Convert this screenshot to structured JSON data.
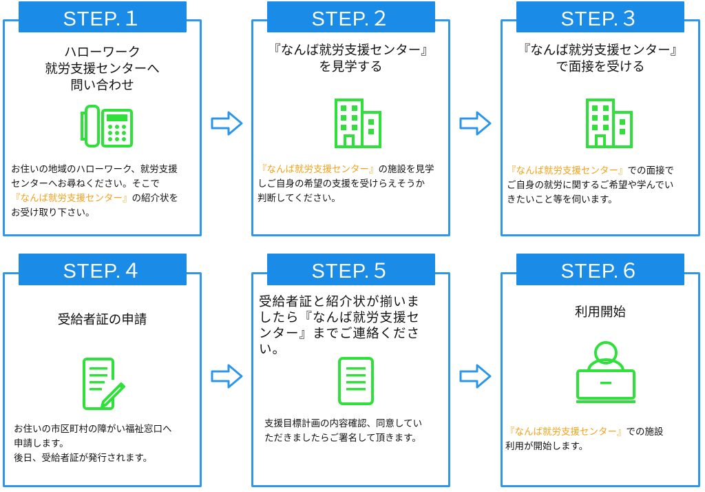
{
  "colors": {
    "blue_tab": "#1a8ce8",
    "blue_border": "#2f97ea",
    "icon_green": "#2fe03a",
    "highlight_orange": "#f3a21c",
    "arrow_blue": "#2b95ea"
  },
  "steps": [
    {
      "label": "STEP.１",
      "title": "ハローワーク\n就労支援センターへ\n問い合わせ",
      "icon": "phone-icon",
      "desc_before": "お住いの地域のハローワーク、就労支援\nセンターへお尋ねください。そこで\n",
      "desc_highlight": "『なんば就労支援センター』",
      "desc_after": "の紹介状を\nお受け取り下さい。"
    },
    {
      "label": "STEP.２",
      "title": "『なんば就労支援センター』\nを見学する",
      "icon": "office-building-icon",
      "desc_before": "",
      "desc_highlight": "『なんば就労支援センター』",
      "desc_after": "の施設を見学\nしご自身の希望の支援を受けらえそうか\n判断してください。"
    },
    {
      "label": "STEP.３",
      "title": "『なんば就労支援センター』\nで面接を受ける",
      "icon": "office-building-icon",
      "desc_before": "",
      "desc_highlight": "『なんば就労支援センター』",
      "desc_after": "での面接で\nご自身の就労に関するご希望や学んでい\nきたいこと等を伺います。"
    },
    {
      "label": "STEP.４",
      "title": "受給者証の申請",
      "icon": "document-pen-icon",
      "desc_before": "お住いの市区町村の障がい福祉窓口へ\n申請します。\n後日、受給者証が発行されます。",
      "desc_highlight": "",
      "desc_after": ""
    },
    {
      "label": "STEP.５",
      "title": "受給者証と紹介状が揃いま\nしたら『なんば就労支援セ\nンター』までご連絡くださ\nい。",
      "icon": "document-icon",
      "desc_before": "支援目標計画の内容確認、同意してい\nただきましたらご署名して頂きます。",
      "desc_highlight": "",
      "desc_after": ""
    },
    {
      "label": "STEP.６",
      "title": "利用開始",
      "icon": "person-at-desk-icon",
      "desc_before": "",
      "desc_highlight": "『なんば就労支援センター』",
      "desc_after": "での施設\n利用が開始します。"
    }
  ]
}
